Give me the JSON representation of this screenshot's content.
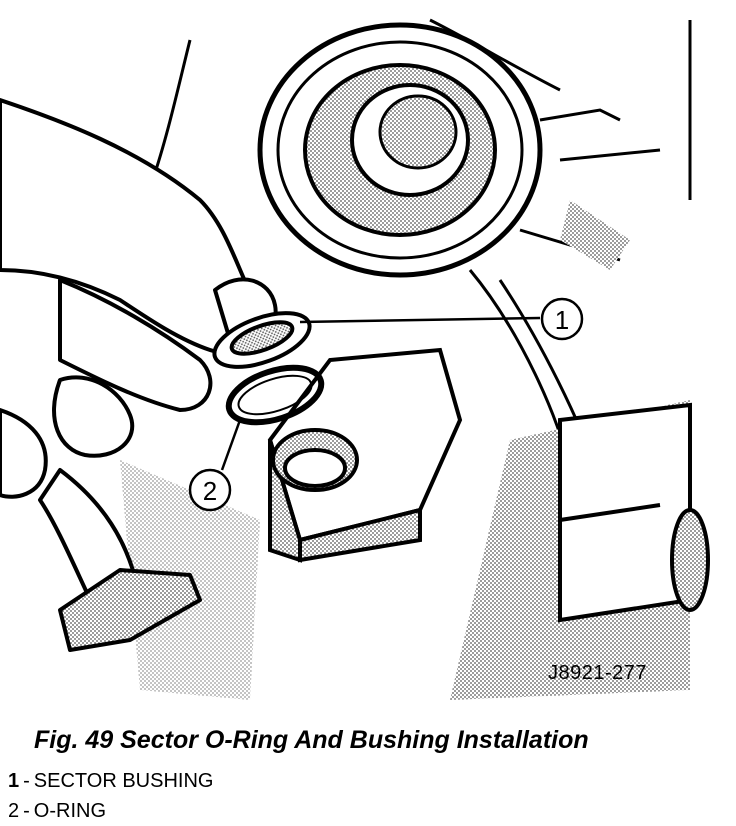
{
  "figure": {
    "id_label": "J8921-277",
    "caption": "Fig. 49 Sector O-Ring And Bushing Installation"
  },
  "callouts": [
    {
      "number": "1"
    },
    {
      "number": "2"
    }
  ],
  "legend": [
    {
      "number": "1",
      "separator": "-",
      "text": "SECTOR BUSHING"
    },
    {
      "number": "2",
      "separator": "-",
      "text": "O-RING"
    }
  ]
}
